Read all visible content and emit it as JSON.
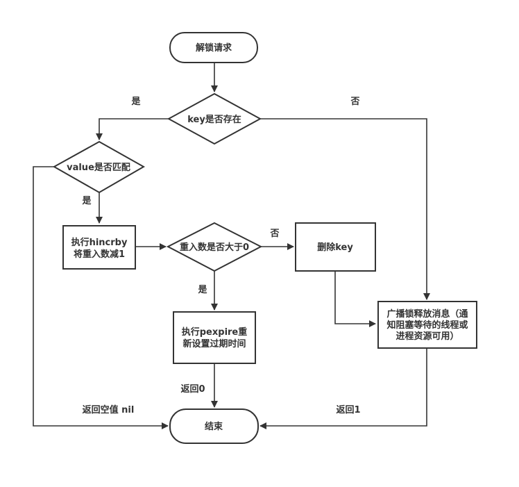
{
  "nodes": {
    "start": "解锁请求",
    "key_exists": "key是否存在",
    "value_match": "value是否匹配",
    "hincrby_line1": "执行hincrby",
    "hincrby_line2": "将重入数减1",
    "reentry_gt0": "重入数是否大于0",
    "delete_key": "删除key",
    "broadcast_line1": "广播锁释放消息（通",
    "broadcast_line2": "知阻塞等待的线程或",
    "broadcast_line3": "进程资源可用）",
    "pexpire_line1": "执行pexpire重",
    "pexpire_line2": "新设置过期时间",
    "end": "结束"
  },
  "labels": {
    "yes_key": "是",
    "no_key": "否",
    "yes_value": "是",
    "no_reentry": "否",
    "yes_reentry": "是",
    "return0": "返回0",
    "return_nil": "返回空值 nil",
    "return1": "返回1"
  }
}
